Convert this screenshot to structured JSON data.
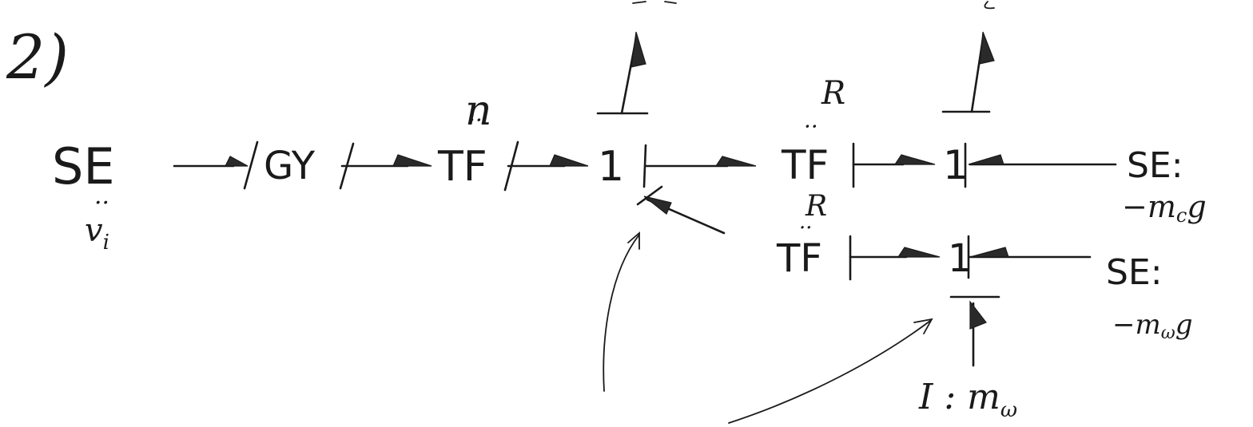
{
  "problem_number": "2)",
  "nodes": {
    "se_input": "SE",
    "gyrator": "GY",
    "tf_n": "TF",
    "junction_1a": "1",
    "tf_r_top": "TF",
    "junction_1b": "1",
    "se_mcg": "SE:",
    "tf_r_bottom": "TF",
    "junction_1c": "1",
    "se_mwg": "SE:",
    "inertia_mw": "I : m"
  },
  "labels": {
    "vi_symbol": "v",
    "vi_subscript": "i",
    "n_modulus": "n",
    "r_modulus_top": "R",
    "r_modulus_bottom": "R",
    "mcg_value": "−m",
    "mcg_sub": "c",
    "mcg_g": "g",
    "mwg_value": "−m",
    "mwg_sub": "ω",
    "mwg_g": "g",
    "mw_sub": "ω"
  },
  "colors": {
    "ink": "#1a1a1a",
    "paper": "#ffffff"
  }
}
